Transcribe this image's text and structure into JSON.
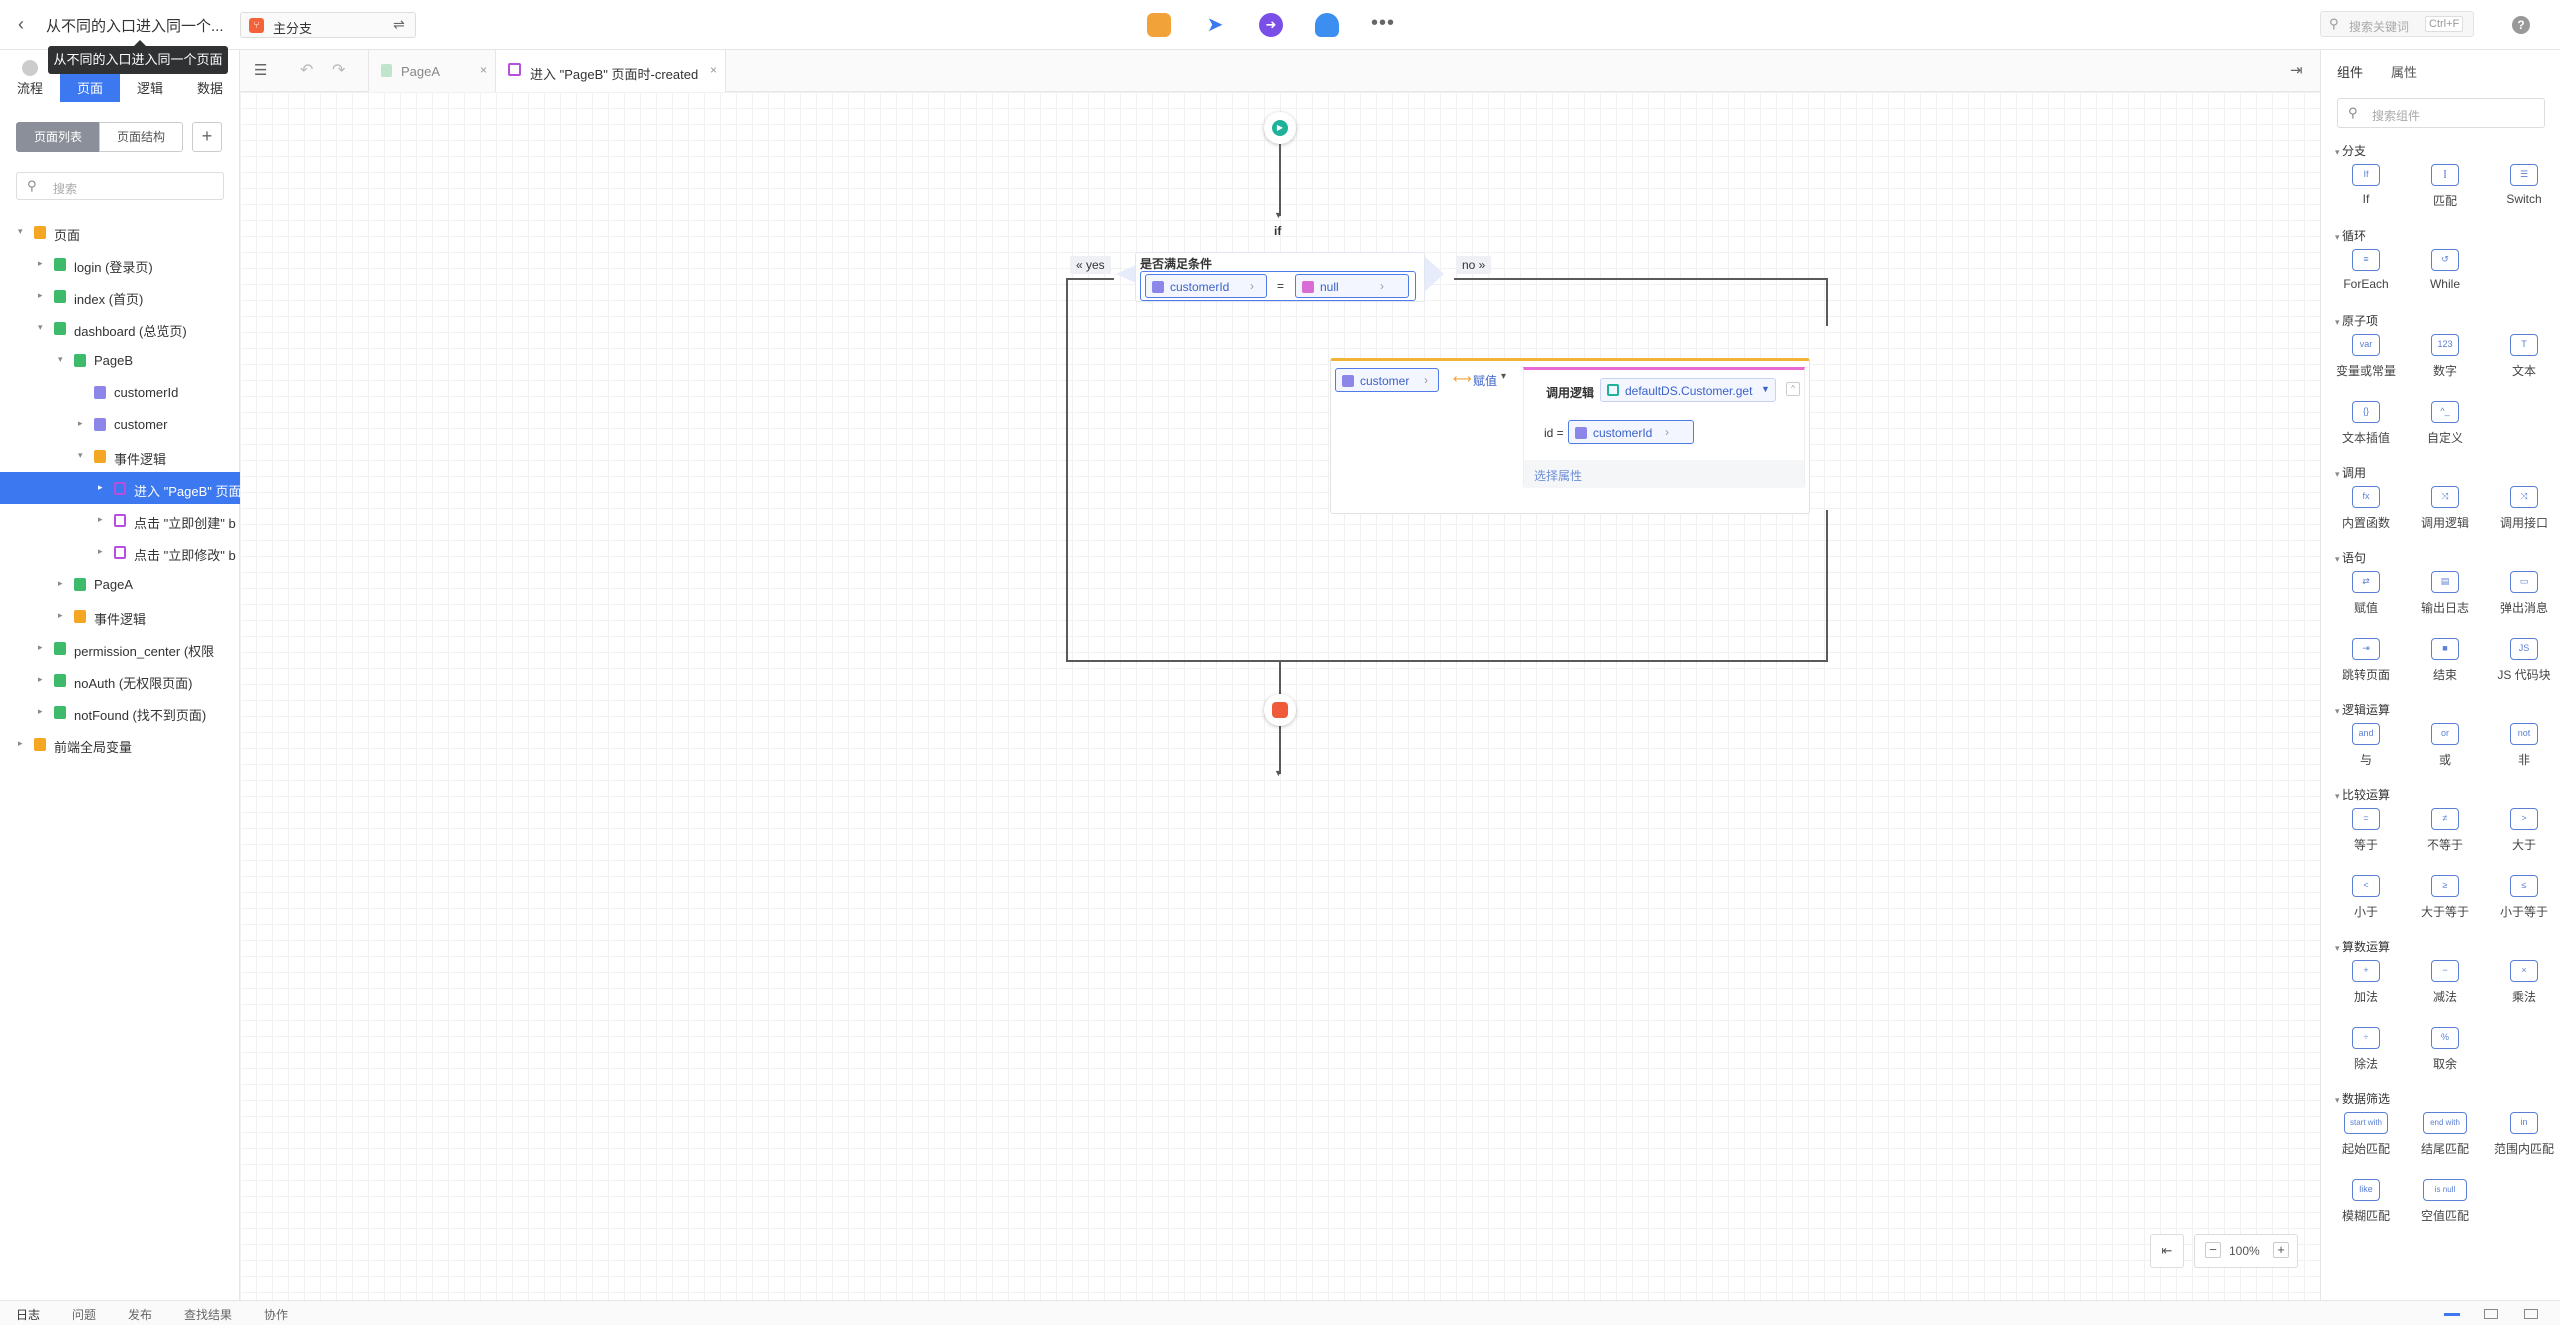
{
  "topbar": {
    "title": "从不同的入口进入同一个...",
    "tooltip": "从不同的入口进入同一个页面",
    "branch": "主分支",
    "search_placeholder": "搜索关键词",
    "shortcut": "Ctrl+F"
  },
  "left": {
    "tabs": [
      "流程",
      "页面",
      "逻辑",
      "数据"
    ],
    "segments": [
      "页面列表",
      "页面结构"
    ],
    "search_placeholder": "搜索",
    "tree": [
      {
        "label": "页面",
        "indent": 0,
        "kind": "folder",
        "arrow": "▾"
      },
      {
        "label": "login (登录页)",
        "indent": 1,
        "kind": "page",
        "arrow": "▸"
      },
      {
        "label": "index (首页)",
        "indent": 1,
        "kind": "page",
        "arrow": "▸"
      },
      {
        "label": "dashboard (总览页)",
        "indent": 1,
        "kind": "page",
        "arrow": "▾"
      },
      {
        "label": "PageB",
        "indent": 2,
        "kind": "page",
        "arrow": "▾"
      },
      {
        "label": "customerId",
        "indent": 3,
        "kind": "var",
        "arrow": ""
      },
      {
        "label": "customer",
        "indent": 3,
        "kind": "var",
        "arrow": "▸"
      },
      {
        "label": "事件逻辑",
        "indent": 3,
        "kind": "folder",
        "arrow": "▾"
      },
      {
        "label": "进入 \"PageB\" 页面",
        "indent": 4,
        "kind": "evt",
        "arrow": "▸",
        "selected": true
      },
      {
        "label": "点击 \"立即创建\" b",
        "indent": 4,
        "kind": "evt",
        "arrow": "▸"
      },
      {
        "label": "点击 \"立即修改\" b",
        "indent": 4,
        "kind": "evt",
        "arrow": "▸"
      },
      {
        "label": "PageA",
        "indent": 2,
        "kind": "page",
        "arrow": "▸"
      },
      {
        "label": "事件逻辑",
        "indent": 2,
        "kind": "folder",
        "arrow": "▸"
      },
      {
        "label": "permission_center (权限",
        "indent": 1,
        "kind": "page",
        "arrow": "▸"
      },
      {
        "label": "noAuth (无权限页面)",
        "indent": 1,
        "kind": "page",
        "arrow": "▸"
      },
      {
        "label": "notFound (找不到页面)",
        "indent": 1,
        "kind": "page",
        "arrow": "▸"
      },
      {
        "label": "前端全局变量",
        "indent": 0,
        "kind": "folder",
        "arrow": "▸"
      }
    ]
  },
  "editor": {
    "tabs": [
      "PageA",
      "进入 \"PageB\" 页面时-created"
    ]
  },
  "flow": {
    "if_label": "if",
    "condition_title": "是否满足条件",
    "left_operand": "customerId",
    "operator": "=",
    "right_operand": "null",
    "yes_label": "« yes",
    "no_label": "no »",
    "assign_target": "customer",
    "assign_label": "赋值",
    "call_title": "调用逻辑",
    "call_target": "defaultDS.Customer.get",
    "param_name": "id =",
    "param_value": "customerId",
    "select_attr": "选择属性"
  },
  "zoom": {
    "level": "100%",
    "minus": "−",
    "plus": "+"
  },
  "right": {
    "tabs": [
      "组件",
      "属性"
    ],
    "search_placeholder": "搜索组件",
    "sections": [
      {
        "title": "分支",
        "items": [
          {
            "icon": "If",
            "label": "If"
          },
          {
            "icon": "⫿",
            "label": "匹配"
          },
          {
            "icon": "☰",
            "label": "Switch"
          }
        ]
      },
      {
        "title": "循环",
        "items": [
          {
            "icon": "≡",
            "label": "ForEach"
          },
          {
            "icon": "↺",
            "label": "While"
          }
        ]
      },
      {
        "title": "原子项",
        "items": [
          {
            "icon": "var",
            "label": "变量或常量"
          },
          {
            "icon": "123",
            "label": "数字"
          },
          {
            "icon": "T",
            "label": "文本"
          },
          {
            "icon": "{}",
            "label": "文本插值"
          },
          {
            "icon": "^_",
            "label": "自定义"
          }
        ]
      },
      {
        "title": "调用",
        "items": [
          {
            "icon": "fx",
            "label": "内置函数"
          },
          {
            "icon": "⤨",
            "label": "调用逻辑"
          },
          {
            "icon": "⤨",
            "label": "调用接口"
          }
        ]
      },
      {
        "title": "语句",
        "items": [
          {
            "icon": "⇄",
            "label": "赋值"
          },
          {
            "icon": "▤",
            "label": "输出日志"
          },
          {
            "icon": "▭",
            "label": "弹出消息"
          },
          {
            "icon": "⇥",
            "label": "跳转页面"
          },
          {
            "icon": "■",
            "label": "结束"
          },
          {
            "icon": "JS",
            "label": "JS 代码块"
          }
        ]
      },
      {
        "title": "逻辑运算",
        "items": [
          {
            "icon": "and",
            "label": "与"
          },
          {
            "icon": "or",
            "label": "或"
          },
          {
            "icon": "not",
            "label": "非"
          }
        ]
      },
      {
        "title": "比较运算",
        "items": [
          {
            "icon": "=",
            "label": "等于"
          },
          {
            "icon": "≠",
            "label": "不等于"
          },
          {
            "icon": ">",
            "label": "大于"
          },
          {
            "icon": "<",
            "label": "小于"
          },
          {
            "icon": "≥",
            "label": "大于等于"
          },
          {
            "icon": "≤",
            "label": "小于等于"
          }
        ]
      },
      {
        "title": "算数运算",
        "items": [
          {
            "icon": "+",
            "label": "加法"
          },
          {
            "icon": "−",
            "label": "减法"
          },
          {
            "icon": "×",
            "label": "乘法"
          },
          {
            "icon": "÷",
            "label": "除法"
          },
          {
            "icon": "%",
            "label": "取余"
          }
        ]
      },
      {
        "title": "数据筛选",
        "items": [
          {
            "icon": "start with",
            "label": "起始匹配"
          },
          {
            "icon": "end with",
            "label": "结尾匹配"
          },
          {
            "icon": "in",
            "label": "范围内匹配"
          },
          {
            "icon": "like",
            "label": "模糊匹配"
          },
          {
            "icon": "is null",
            "label": "空值匹配"
          }
        ]
      }
    ]
  },
  "bottom": {
    "tabs": [
      "日志",
      "问题",
      "发布",
      "查找结果",
      "协作"
    ]
  }
}
